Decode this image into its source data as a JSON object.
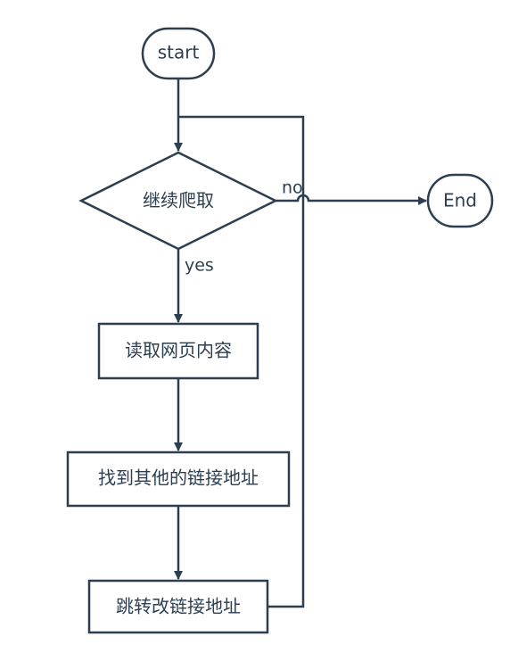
{
  "nodes": {
    "start": "start",
    "decision": "继续爬取",
    "read_page": "读取网页内容",
    "find_links": "找到其他的链接地址",
    "jump": "跳转改链接地址",
    "end": "End"
  },
  "edge_labels": {
    "yes": "yes",
    "no": "no"
  },
  "colors": {
    "stroke": "#2c3e50",
    "fill": "#ffffff",
    "text": "#2c3e50"
  }
}
